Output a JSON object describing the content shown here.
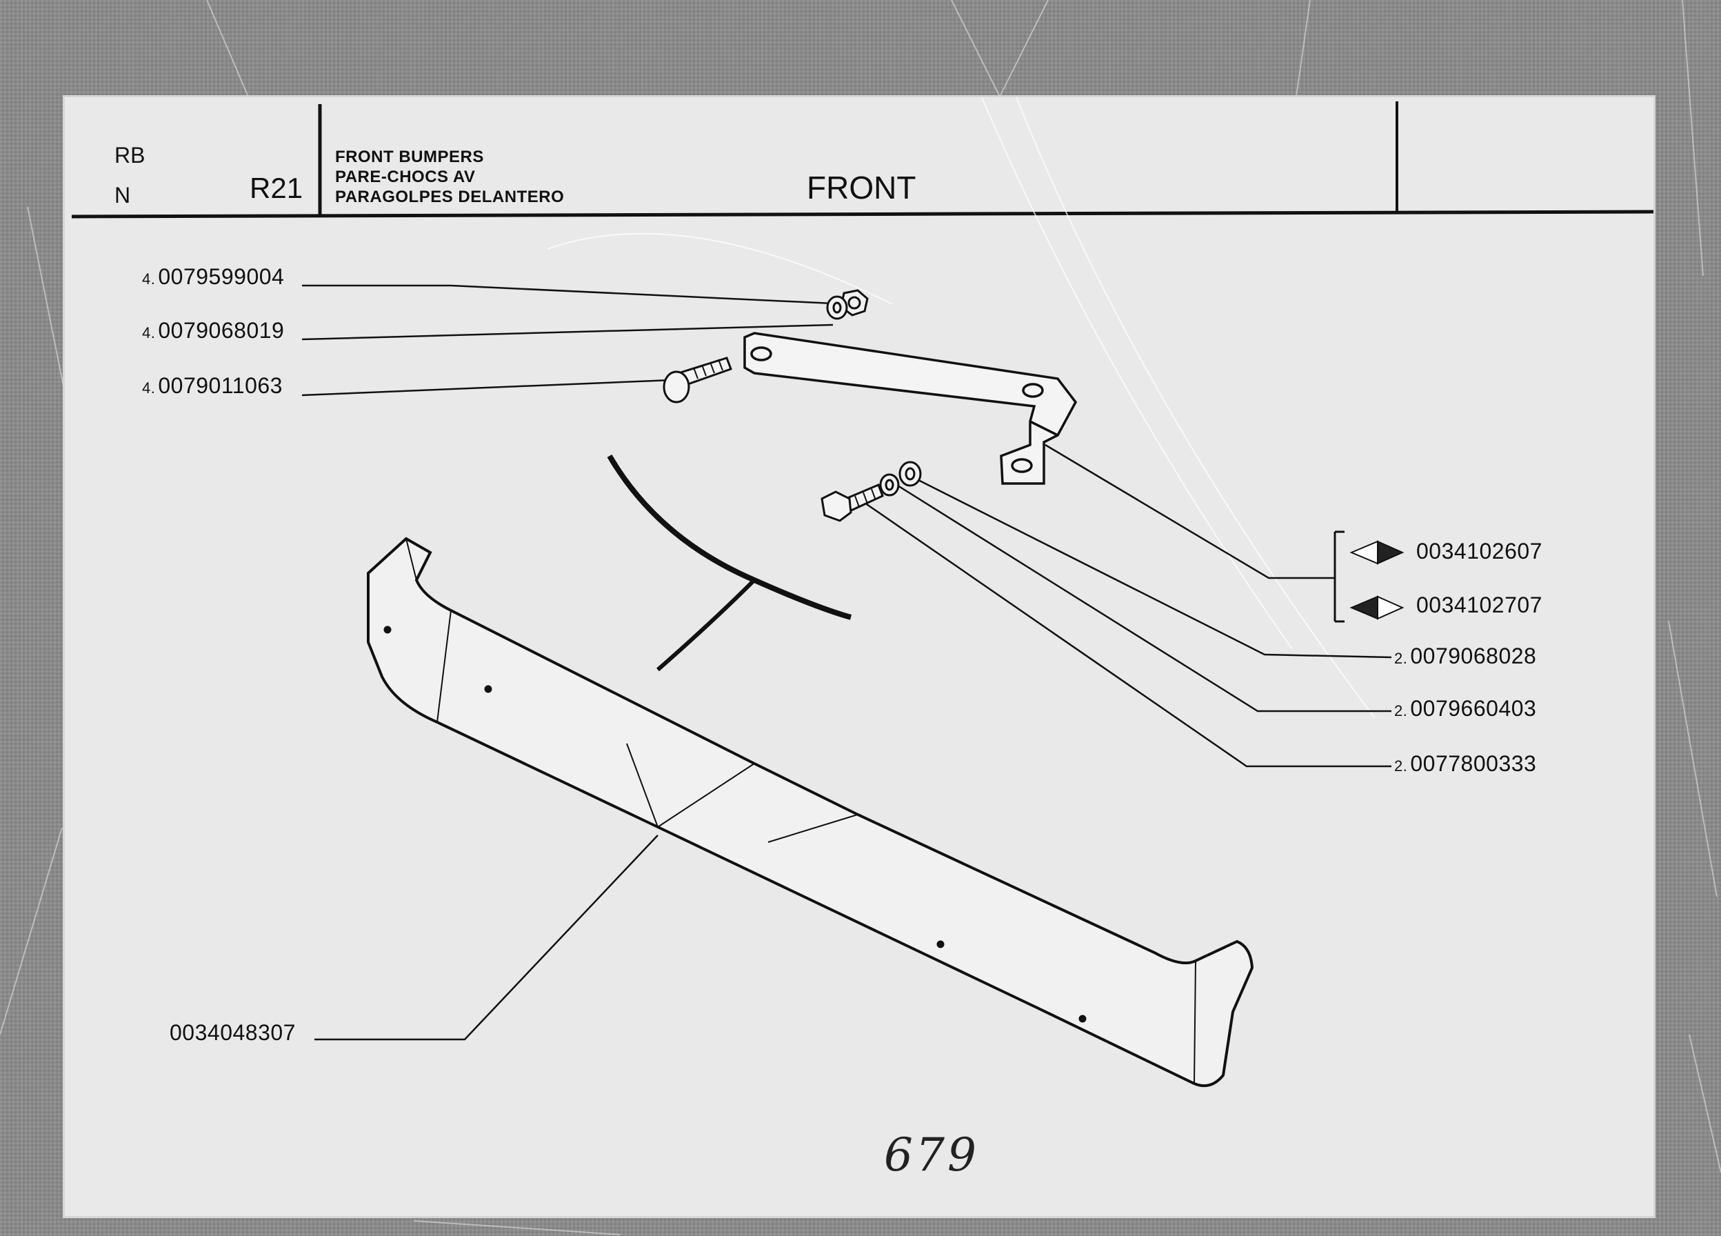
{
  "header": {
    "code_top": "RB",
    "code_bottom": "N",
    "ref": "R21",
    "description_lines": [
      "FRONT BUMPERS",
      "PARE-CHOCS AV",
      "PARAGOLPES DELANTERO"
    ],
    "section": "FRONT"
  },
  "callouts": {
    "nut": {
      "qty": "4.",
      "part": "0079599004"
    },
    "washer_top": {
      "qty": "4.",
      "part": "0079068019"
    },
    "bolt_top": {
      "qty": "4.",
      "part": "0079011063"
    },
    "bracket_right": {
      "qty": "",
      "part": "0034102607"
    },
    "bracket_left": {
      "qty": "",
      "part": "0034102707"
    },
    "washer_flat": {
      "qty": "2.",
      "part": "0079068028"
    },
    "washer_lock": {
      "qty": "2.",
      "part": "0079660403"
    },
    "bolt_hex": {
      "qty": "2.",
      "part": "0077800333"
    },
    "bumper": {
      "qty": "",
      "part": "0034048307"
    }
  },
  "handwritten_page": "679",
  "colors": {
    "paper": "#e9e9e9",
    "ink": "#111111",
    "backdrop": "#8c8c8c"
  }
}
